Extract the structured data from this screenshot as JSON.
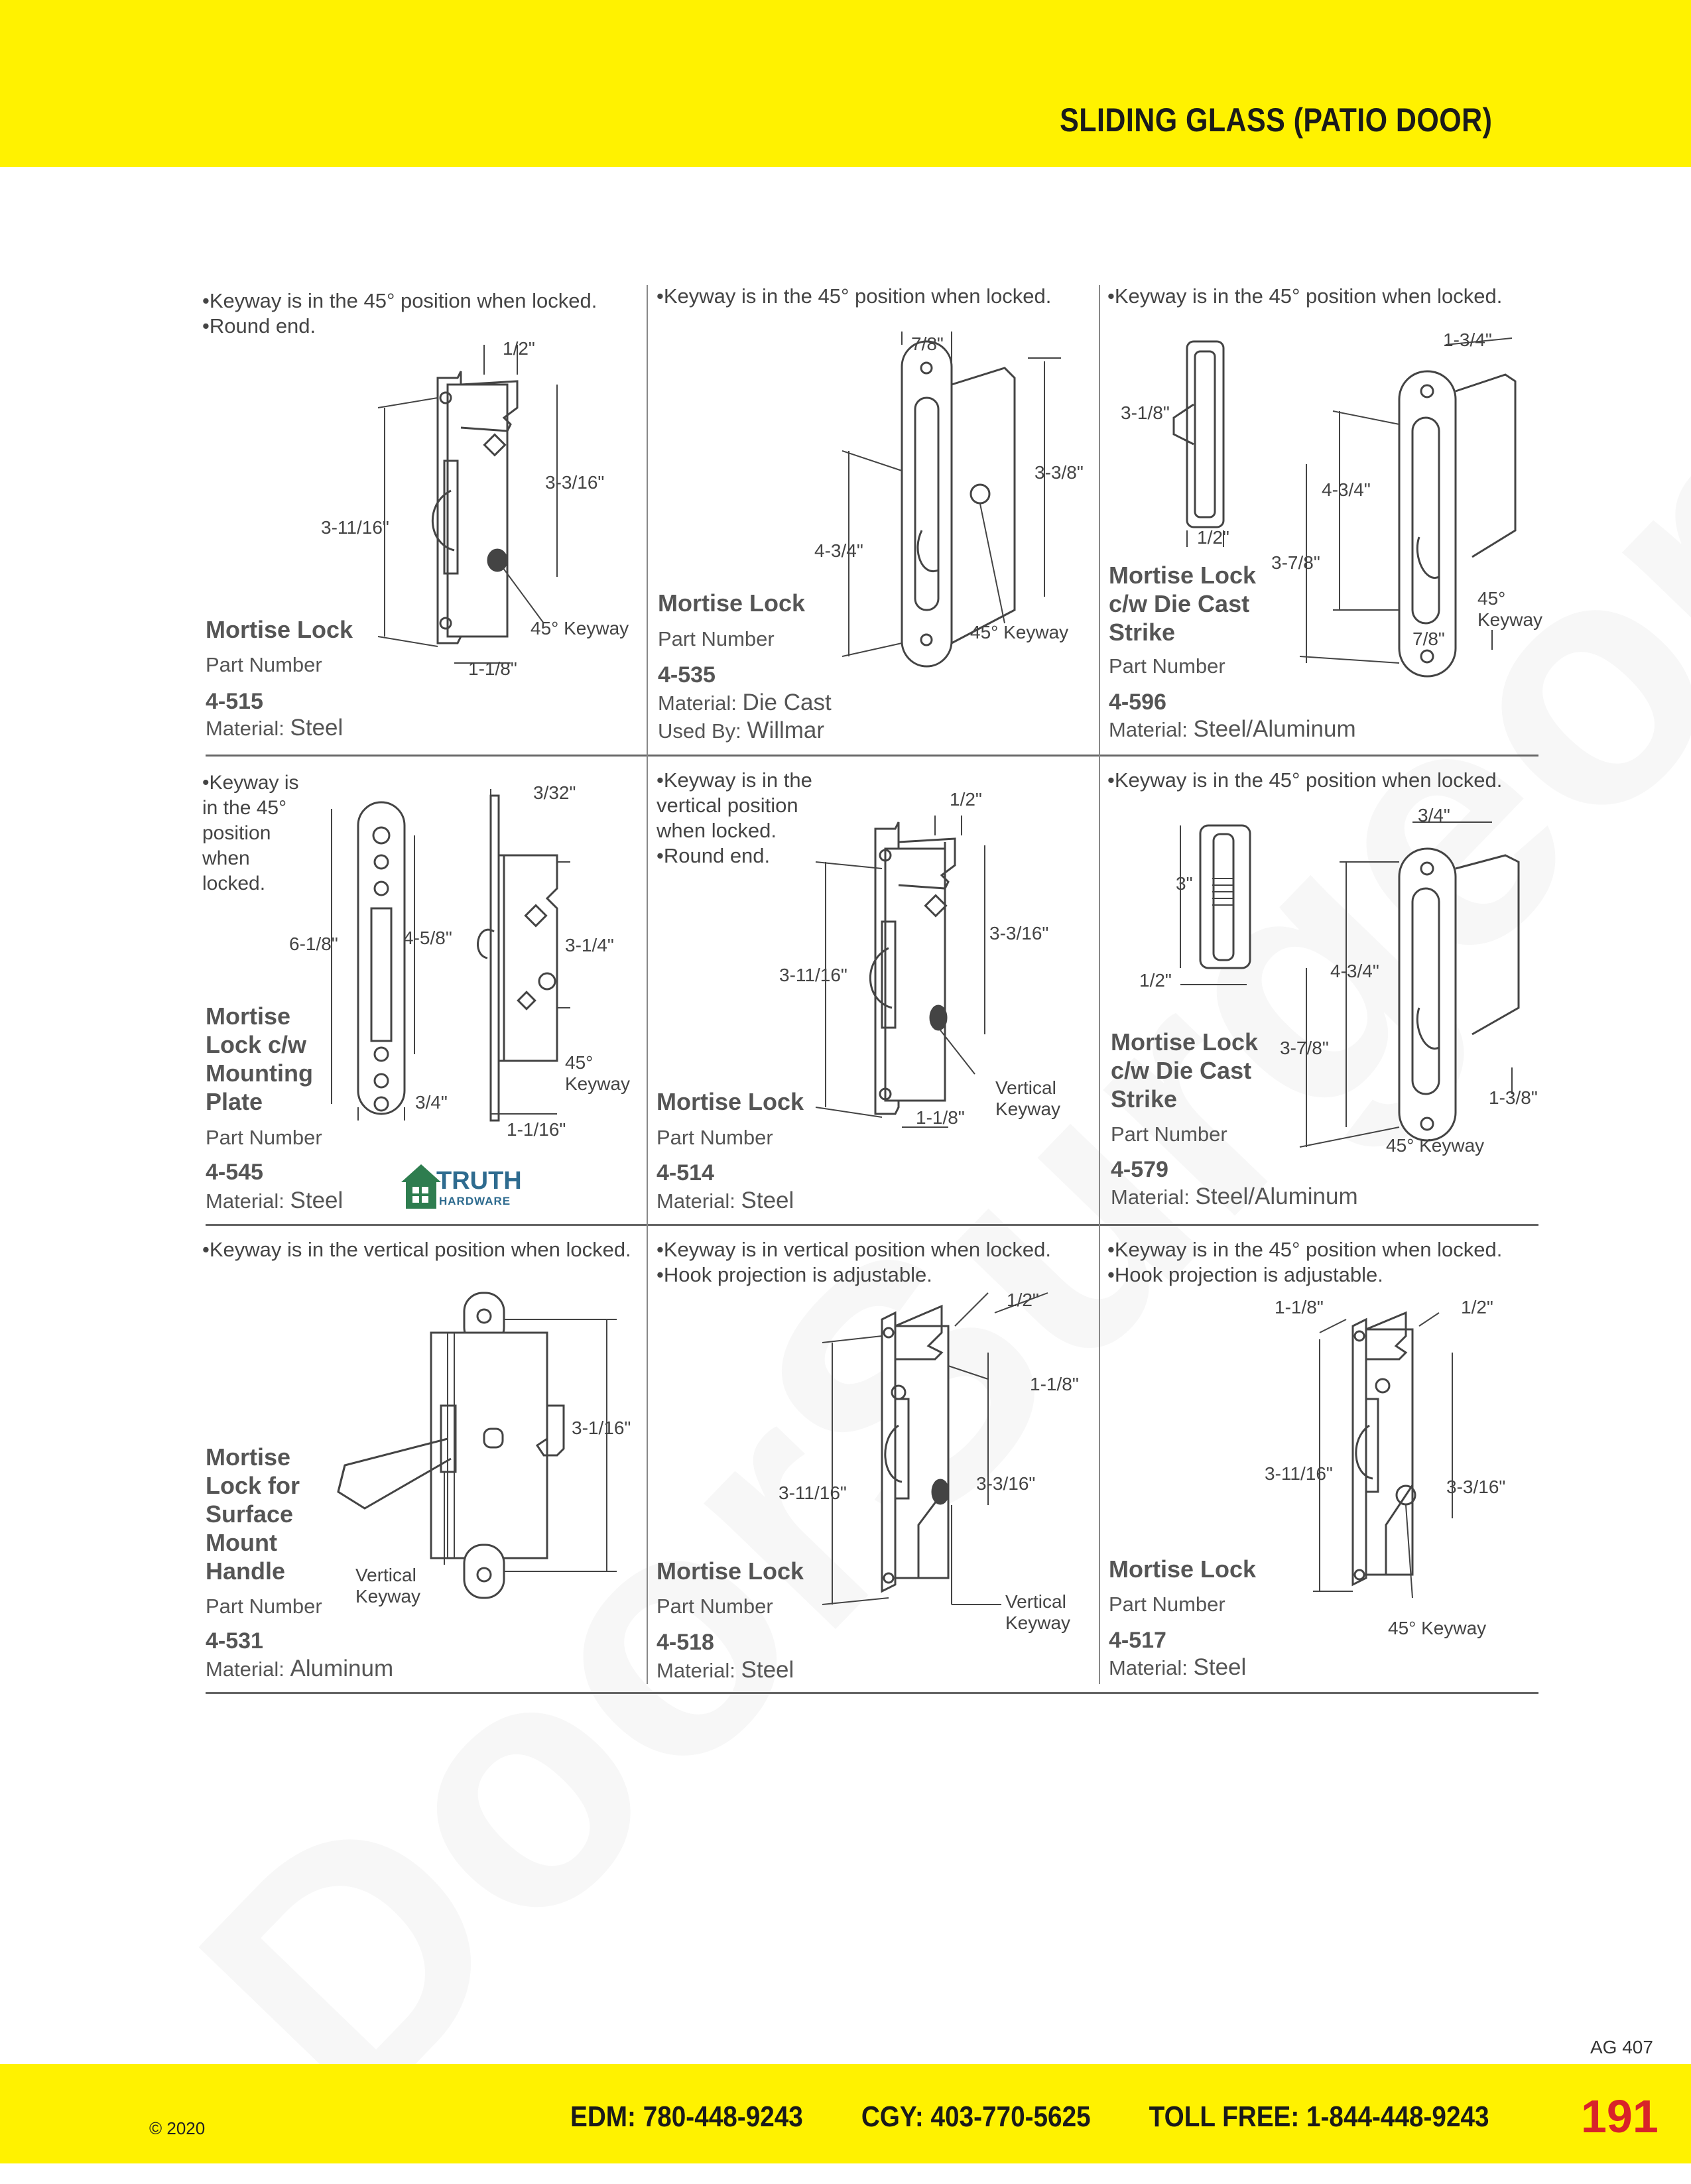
{
  "header": {
    "title": "SLIDING GLASS (PATIO DOOR)"
  },
  "watermark": "DoorSurgeon.com",
  "labels": {
    "part_number": "Part Number",
    "material": "Material:",
    "used_by": "Used By:"
  },
  "products": [
    {
      "notes": "•Keyway is in the 45° position when locked.\n•Round end.",
      "name": "Mortise Lock",
      "part": "4-515",
      "material": "Steel",
      "dims": [
        "1/2\"",
        "3-3/16\"",
        "3-11/16\"",
        "45° Keyway",
        "1-1/8\""
      ]
    },
    {
      "notes": "•Keyway is in the 45° position when locked.",
      "name": "Mortise Lock",
      "part": "4-535",
      "material": "Die Cast",
      "used_by": "Willmar",
      "dims": [
        "7/8\"",
        "3-3/8\"",
        "4-3/4\"",
        "45° Keyway"
      ]
    },
    {
      "notes": "•Keyway is in the 45° position when locked.",
      "name": "Mortise Lock\nc/w Die Cast\nStrike",
      "part": "4-596",
      "material": "Steel/Aluminum",
      "dims": [
        "1-3/4\"",
        "3-1/8\"",
        "4-3/4\"",
        "1/2\"",
        "3-7/8\"",
        "45°\nKeyway",
        "7/8\""
      ]
    },
    {
      "notes": "•Keyway is\n in the 45°\n position\n when\n locked.",
      "name": "Mortise\nLock c/w\nMounting\nPlate",
      "part": "4-545",
      "material": "Steel",
      "dims": [
        "3/32\"",
        "6-1/8\"",
        "4-5/8\"",
        "3-1/4\"",
        "45°\nKeyway",
        "3/4\"",
        "1-1/16\""
      ],
      "brand": "TRUTH",
      "brand_sub": "HARDWARE"
    },
    {
      "notes": "•Keyway is in the\n vertical position\n when locked.\n•Round end.",
      "name": "Mortise Lock",
      "part": "4-514",
      "material": "Steel",
      "dims": [
        "1/2\"",
        "3-3/16\"",
        "3-11/16\"",
        "Vertical\nKeyway",
        "1-1/8\""
      ]
    },
    {
      "notes": "•Keyway is in the 45° position when locked.",
      "name": "Mortise Lock\nc/w Die Cast\nStrike",
      "part": "4-579",
      "material": "Steel/Aluminum",
      "dims": [
        "3/4\"",
        "3\"",
        "1/2\"",
        "4-3/4\"",
        "3-7/8\"",
        "1-3/8\"",
        "45° Keyway"
      ]
    },
    {
      "notes": "•Keyway is in the vertical position when locked.",
      "name": "Mortise\nLock for\nSurface\nMount\nHandle",
      "part": "4-531",
      "material": "Aluminum",
      "dims": [
        "3-1/16\"",
        "Vertical\nKeyway"
      ]
    },
    {
      "notes": "•Keyway is in vertical position when locked.\n•Hook projection is adjustable.",
      "name": "Mortise Lock",
      "part": "4-518",
      "material": "Steel",
      "dims": [
        "1/2\"",
        "1-1/8\"",
        "3-11/16\"",
        "3-3/16\"",
        "Vertical\nKeyway"
      ]
    },
    {
      "notes": "•Keyway is in the 45° position when locked.\n•Hook projection is adjustable.",
      "name": "Mortise Lock",
      "part": "4-517",
      "material": "Steel",
      "dims": [
        "1-1/8\"",
        "1/2\"",
        "3-11/16\"",
        "3-3/16\"",
        "45° Keyway"
      ]
    }
  ],
  "footer": {
    "code": "AG 407",
    "copyright": "© 2020",
    "edm": "EDM: 780-448-9243",
    "cgy": "CGY: 403-770-5625",
    "toll": "TOLL FREE: 1-844-448-9243",
    "page": "191"
  }
}
